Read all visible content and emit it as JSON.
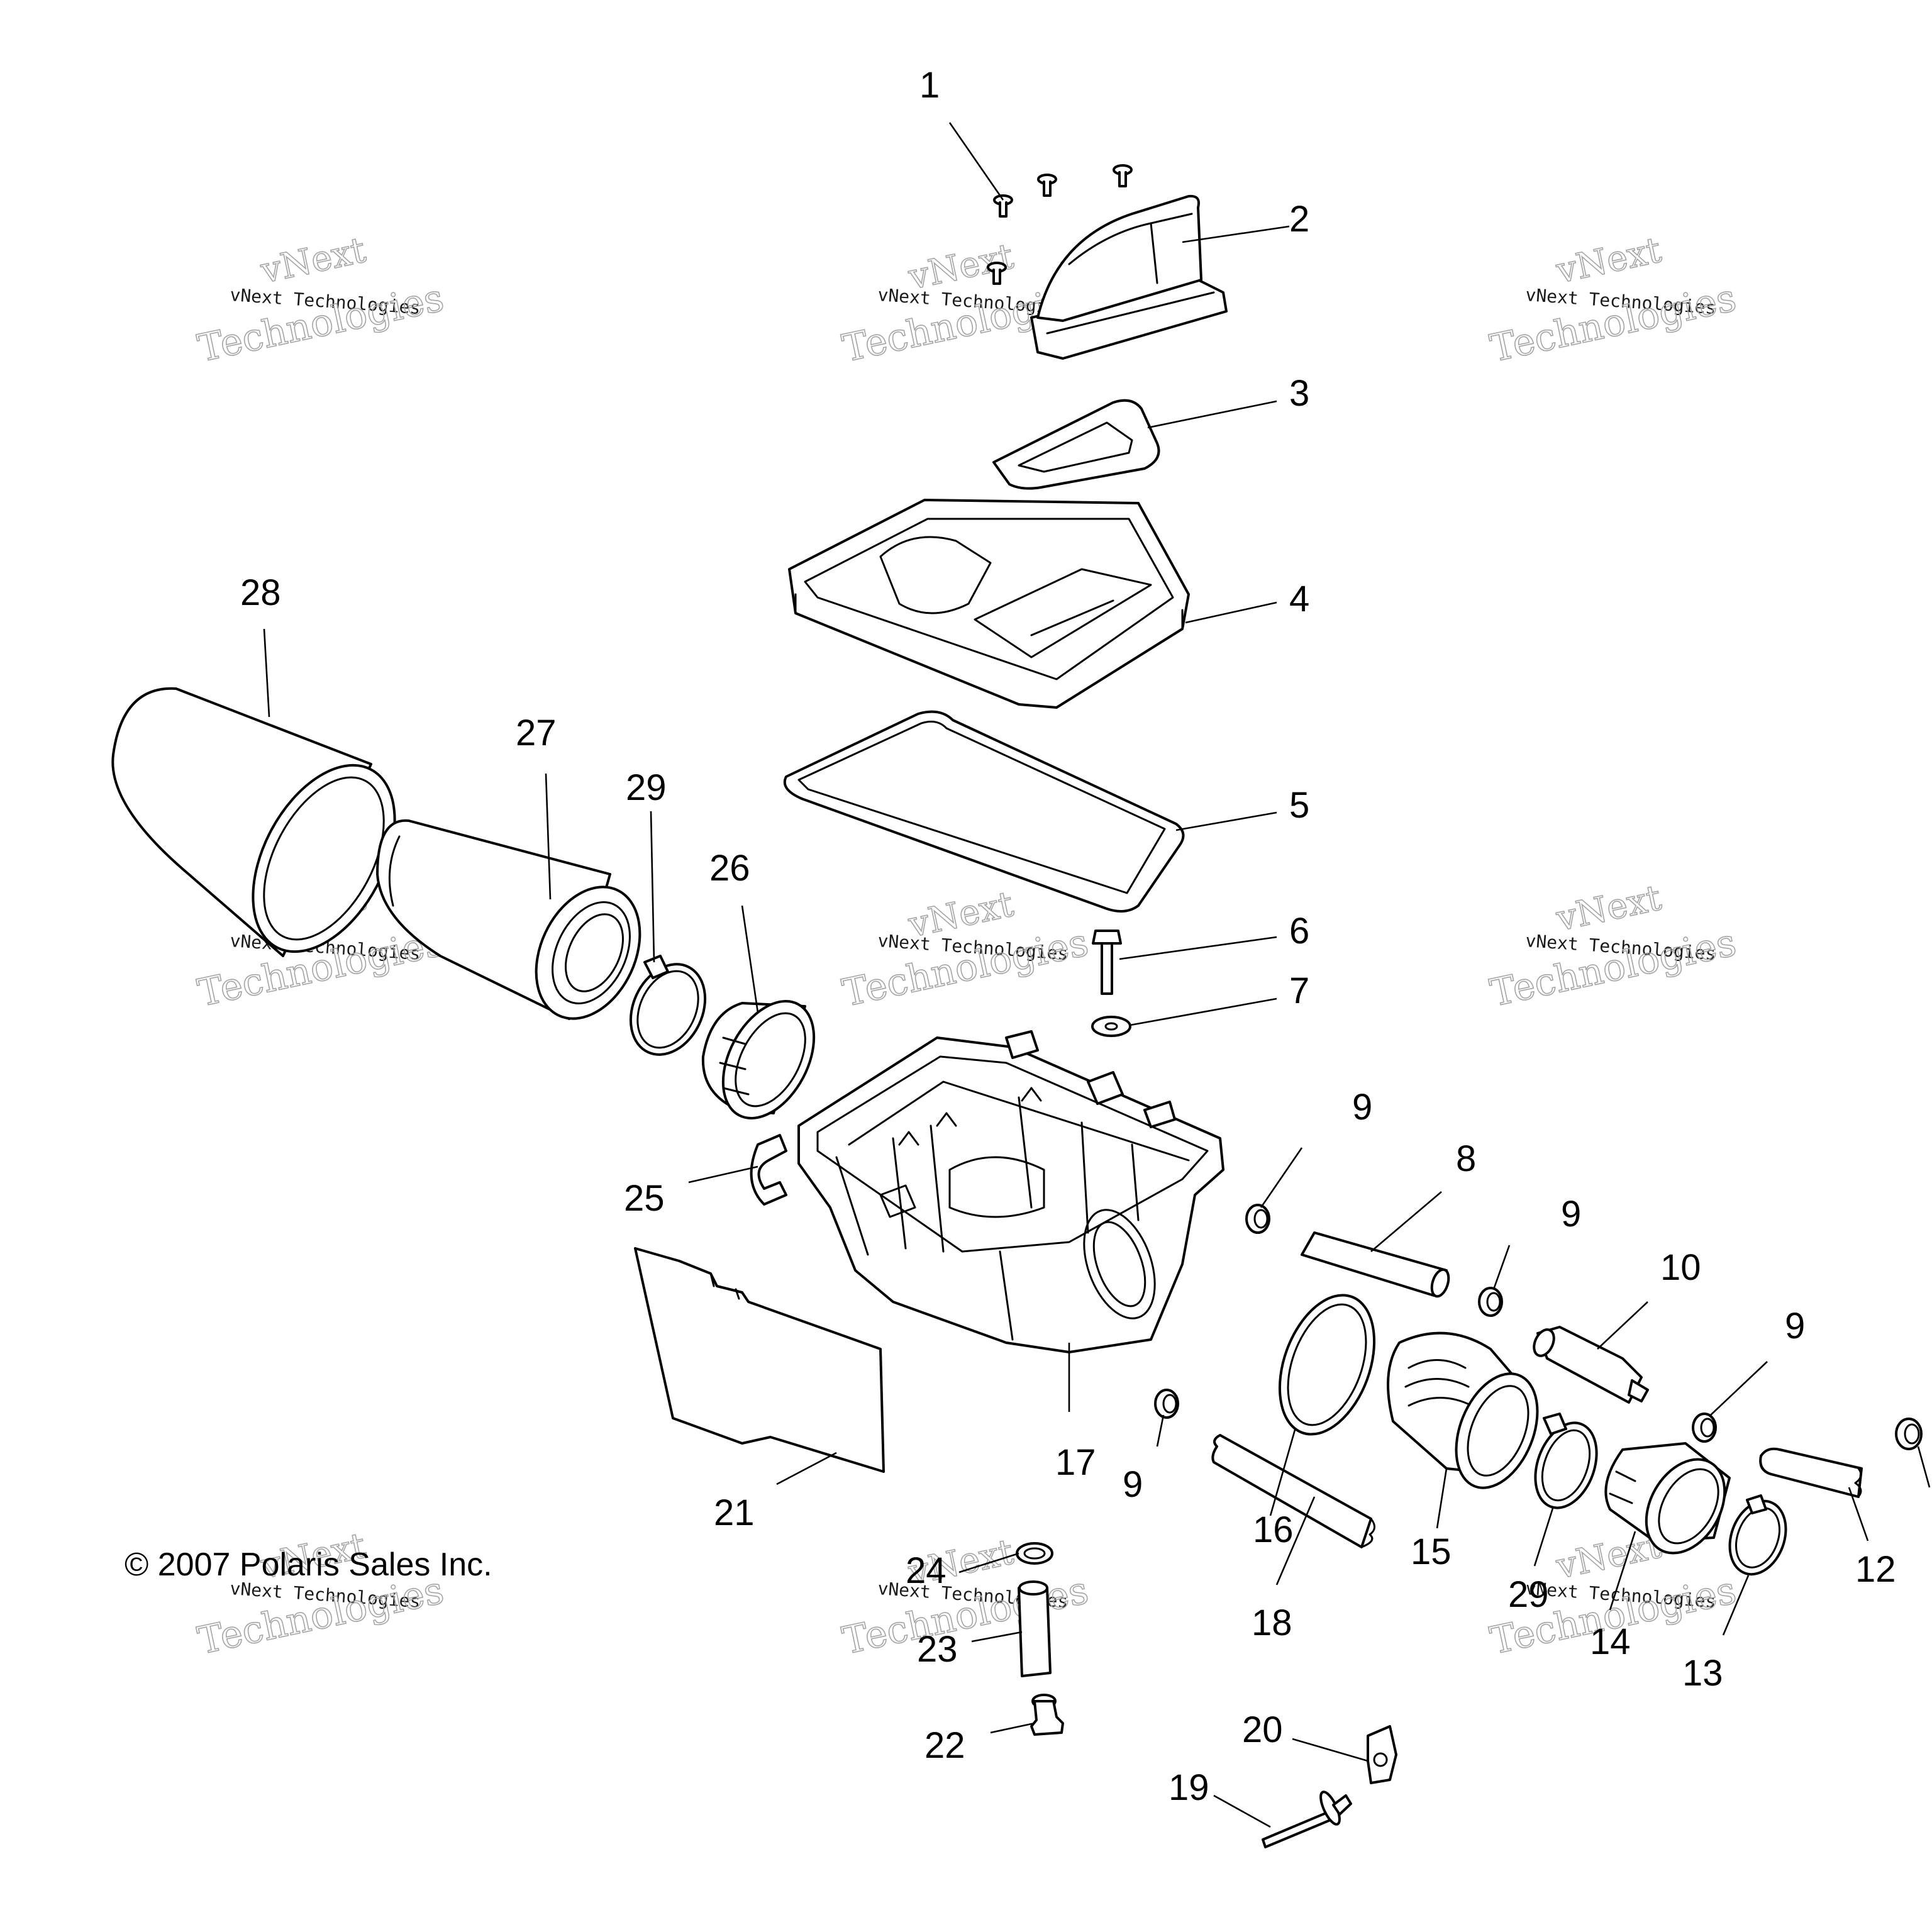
{
  "copyright": "© 2007 Polaris Sales Inc.",
  "watermark": {
    "small": "vNext Technologies",
    "large_top": "vNext",
    "large_bottom": "Technologies"
  },
  "callouts": {
    "n1": "1",
    "n2": "2",
    "n3": "3",
    "n4": "4",
    "n5": "5",
    "n6": "6",
    "n7": "7",
    "n8": "8",
    "n9a": "9",
    "n9b": "9",
    "n9c": "9",
    "n9d": "9",
    "n10": "10",
    "n12": "12",
    "n13": "13",
    "n14": "14",
    "n15": "15",
    "n16": "16",
    "n17": "17",
    "n18": "18",
    "n19": "19",
    "n20": "20",
    "n21": "21",
    "n22": "22",
    "n23": "23",
    "n24": "24",
    "n25": "25",
    "n26": "26",
    "n27": "27",
    "n28": "28",
    "n29a": "29",
    "n29b": "29"
  }
}
